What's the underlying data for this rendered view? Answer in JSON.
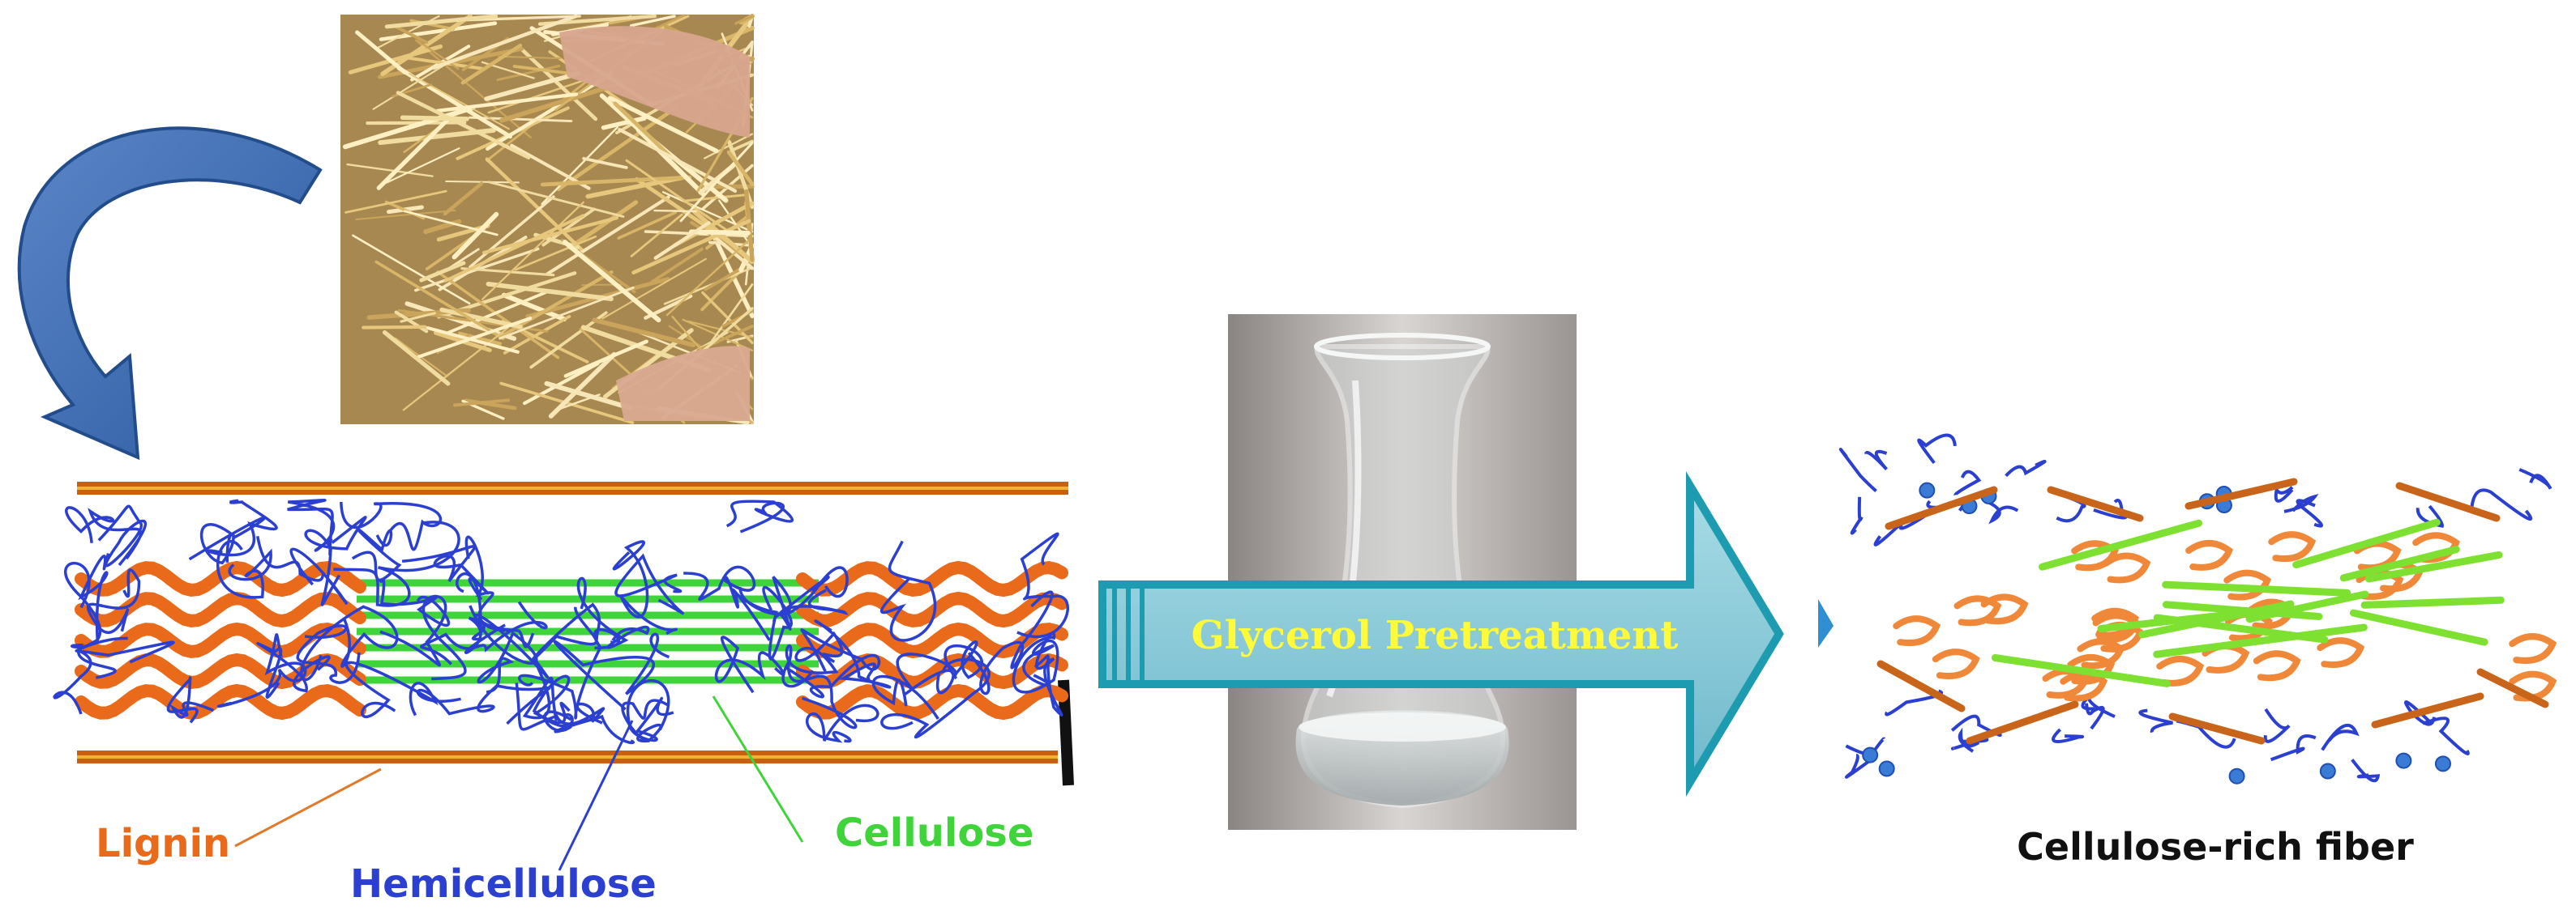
{
  "labels": {
    "lignin": "Lignin",
    "hemicellulose": "Hemicellulose",
    "cellulose": "Cellulose",
    "arrow": "Glycerol Pretreatment",
    "product": "Cellulose-rich fiber"
  },
  "colors": {
    "lignin": "#e86a1a",
    "hemicellulose": "#2b3fd0",
    "cellulose": "#3fd43a",
    "tube_wall": "#c8600f",
    "arrow_fill": "#86c9d8",
    "arrow_edge": "#1d9bb0",
    "arrow_text": "#fffb3a",
    "product_text": "#111111"
  },
  "icons": [
    "curved-arrow-icon",
    "straw-photo",
    "flask-photo",
    "process-arrow-icon"
  ]
}
